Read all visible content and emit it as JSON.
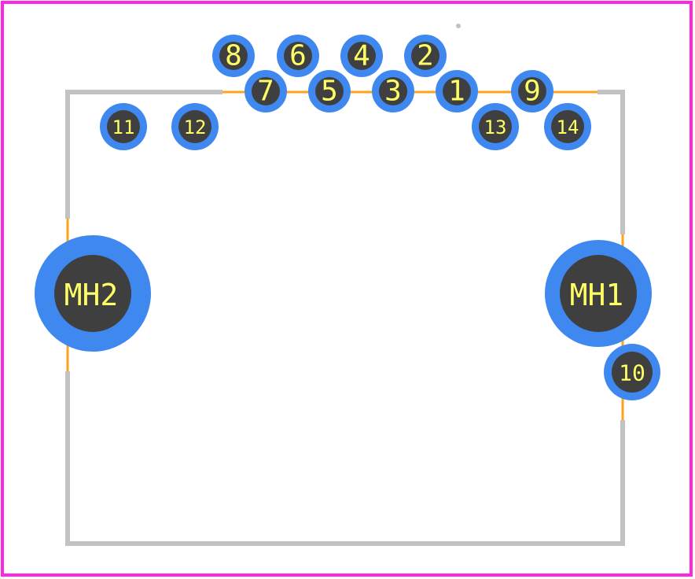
{
  "colors": {
    "board_outline": "#ff26e2",
    "silkscreen": "#c2c2c2",
    "courtyard": "#ffa31a",
    "copper": "#3f88f0",
    "drill": "#3f3f3f",
    "label": "#ffff66"
  },
  "pads": [
    {
      "id": "pad-1",
      "label": "1"
    },
    {
      "id": "pad-2",
      "label": "2"
    },
    {
      "id": "pad-3",
      "label": "3"
    },
    {
      "id": "pad-4",
      "label": "4"
    },
    {
      "id": "pad-5",
      "label": "5"
    },
    {
      "id": "pad-6",
      "label": "6"
    },
    {
      "id": "pad-7",
      "label": "7"
    },
    {
      "id": "pad-8",
      "label": "8"
    },
    {
      "id": "pad-9",
      "label": "9"
    },
    {
      "id": "pad-10",
      "label": "10"
    },
    {
      "id": "pad-11",
      "label": "11"
    },
    {
      "id": "pad-12",
      "label": "12"
    },
    {
      "id": "pad-13",
      "label": "13"
    },
    {
      "id": "pad-14",
      "label": "14"
    },
    {
      "id": "pad-mh1",
      "label": "MH1"
    },
    {
      "id": "pad-mh2",
      "label": "MH2"
    }
  ]
}
